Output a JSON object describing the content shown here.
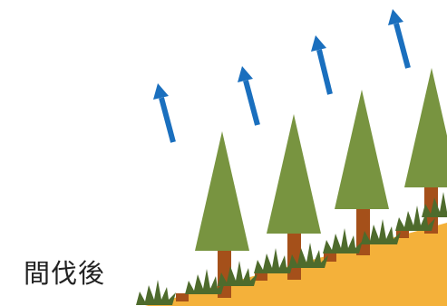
{
  "caption": "間伐後",
  "colors": {
    "ground": "#F4B13A",
    "trunk": "#A5501A",
    "stump": "#A5501A",
    "tree_canopy": "#789440",
    "grass": "#4E6B2C",
    "arrow": "#1A6FBE"
  },
  "elements": {
    "trees": 4,
    "stumps": 4,
    "grass_tufts": 9,
    "arrows": 4
  }
}
